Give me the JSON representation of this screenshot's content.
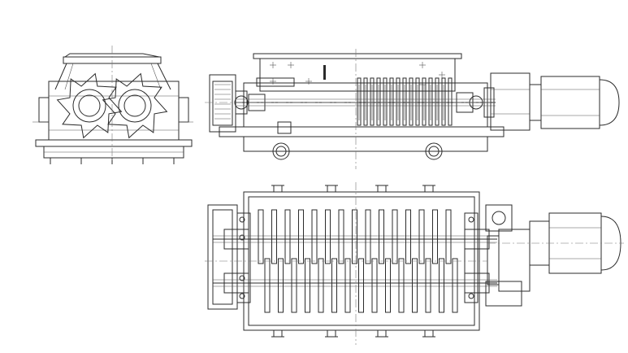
{
  "drawing": {
    "views": [
      {
        "id": "side-view",
        "kind": "end elevation"
      },
      {
        "id": "front-view",
        "kind": "front elevation"
      },
      {
        "id": "top-view",
        "kind": "plan"
      }
    ],
    "line_color": "#2b2b2b",
    "background": "#ffffff",
    "shaft_blade_count": 15
  }
}
